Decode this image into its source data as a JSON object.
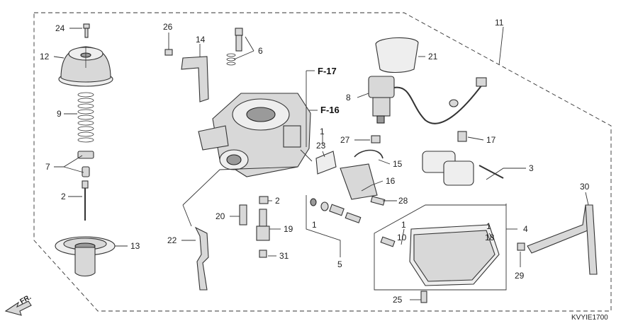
{
  "diagram": {
    "callouts": {
      "c1a": "1",
      "c1b": "1",
      "c1c": "1",
      "c1d": "1",
      "c2a": "2",
      "c2b": "2",
      "c3": "3",
      "c4": "4",
      "c5": "5",
      "c6": "6",
      "c7": "7",
      "c8": "8",
      "c9": "9",
      "c10": "10",
      "c11": "11",
      "c12": "12",
      "c13": "13",
      "c14": "14",
      "c15": "15",
      "c16": "16",
      "c17": "17",
      "c18": "18",
      "c19": "19",
      "c20": "20",
      "c21": "21",
      "c22": "22",
      "c23": "23",
      "c24": "24",
      "c25": "25",
      "c26": "26",
      "c27": "27",
      "c28": "28",
      "c29": "29",
      "c30": "30",
      "c31": "31"
    },
    "references": {
      "f17": "F-17",
      "f16": "F-16"
    },
    "front_label": "FR.",
    "diagram_code": "KVYIE1700"
  }
}
